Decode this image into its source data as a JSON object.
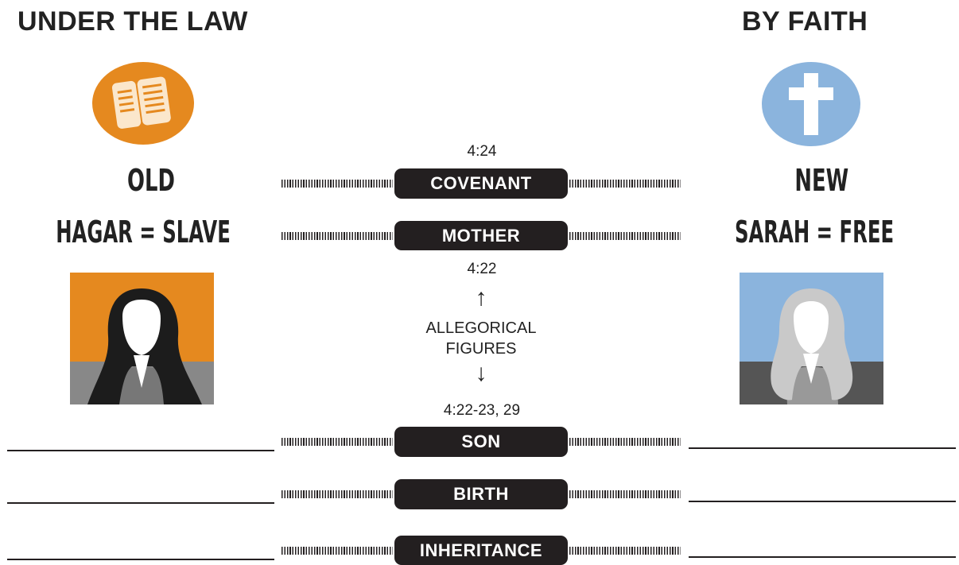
{
  "left": {
    "heading": "UNDER THE LAW",
    "covenant": "OLD",
    "mother": "HAGAR = SLAVE",
    "icon": "book-icon",
    "color": "#e5891f",
    "portrait_bottom": "#888888",
    "hair": "#1c1c1c"
  },
  "right": {
    "heading": "BY FAITH",
    "covenant": "NEW",
    "mother": "SARAH = FREE",
    "icon": "cross-icon",
    "color": "#8bb4dd",
    "portrait_bottom": "#555555",
    "hair": "#c9c9c9"
  },
  "center": {
    "refs": [
      "4:24",
      "4:22",
      "4:22-23, 29"
    ],
    "labels": [
      "COVENANT",
      "MOTHER",
      "SON",
      "BIRTH",
      "INHERITANCE"
    ],
    "figures_line1": "ALLEGORICAL",
    "figures_line2": "FIGURES",
    "arrow_up": "↑",
    "arrow_down": "↓"
  }
}
